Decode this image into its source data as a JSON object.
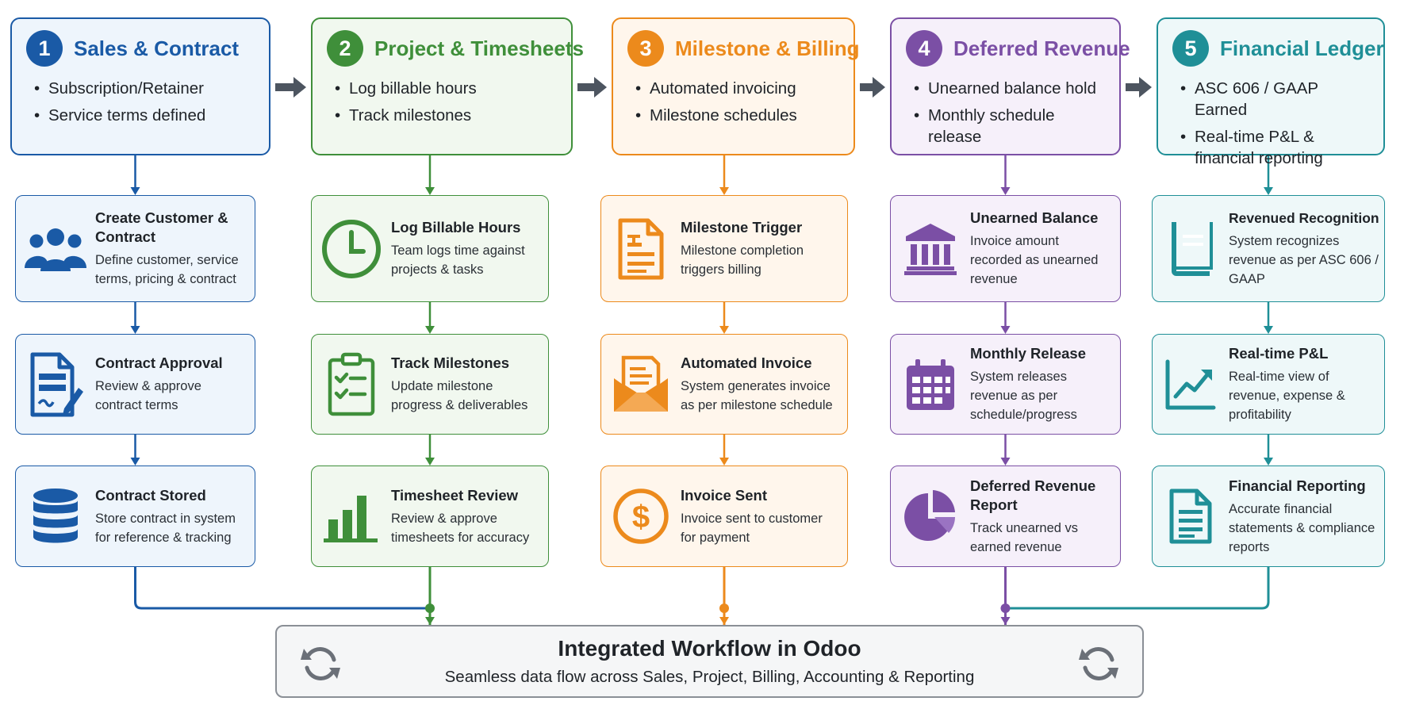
{
  "columns": [
    {
      "number": "1",
      "title": "Sales & Contract",
      "color": "#1a5aa6",
      "bg": "#eef5fc",
      "bullets": [
        "Subscription/Retainer",
        "Service terms defined"
      ],
      "cards": [
        {
          "title": "Create Customer & Contract",
          "desc": "Define customer, service terms, pricing & contract",
          "icon": "users-icon"
        },
        {
          "title": "Contract Approval",
          "desc": "Review & approve contract terms",
          "icon": "signed-document-icon"
        },
        {
          "title": "Contract Stored",
          "desc": "Store contract in system for reference & tracking",
          "icon": "database-icon"
        }
      ]
    },
    {
      "number": "2",
      "title": "Project & Timesheets",
      "color": "#3f8f3a",
      "bg": "#f1f8ef",
      "bullets": [
        "Log billable hours",
        "Track milestones"
      ],
      "cards": [
        {
          "title": "Log Billable Hours",
          "desc": "Team logs time against projects & tasks",
          "icon": "clock-icon"
        },
        {
          "title": "Track Milestones",
          "desc": "Update milestone progress & deliverables",
          "icon": "checklist-clipboard-icon"
        },
        {
          "title": "Timesheet Review",
          "desc": "Review & approve timesheets for accuracy",
          "icon": "bar-chart-icon"
        }
      ]
    },
    {
      "number": "3",
      "title": "Milestone & Billing",
      "color": "#ec8a1c",
      "bg": "#fff6ec",
      "bullets": [
        "Automated invoicing",
        "Milestone schedules"
      ],
      "cards": [
        {
          "title": "Milestone Trigger",
          "desc": "Milestone completion triggers billing",
          "icon": "invoice-document-icon"
        },
        {
          "title": "Automated Invoice",
          "desc": "System generates invoice as per milestone schedule",
          "icon": "envelope-invoice-icon"
        },
        {
          "title": "Invoice Sent",
          "desc": "Invoice sent to customer for payment",
          "icon": "dollar-coin-icon"
        }
      ]
    },
    {
      "number": "4",
      "title": "Deferred Revenue",
      "color": "#7b4fa5",
      "bg": "#f6f0fa",
      "bullets": [
        "Unearned balance hold",
        "Monthly schedule release"
      ],
      "cards": [
        {
          "title": "Unearned Balance",
          "desc": "Invoice amount recorded as unearned revenue",
          "icon": "bank-icon"
        },
        {
          "title": "Monthly Release",
          "desc": "System releases revenue as per schedule/progress",
          "icon": "calendar-icon"
        },
        {
          "title": "Deferred Revenue Report",
          "desc": "Track unearned vs earned revenue",
          "icon": "pie-chart-icon"
        }
      ]
    },
    {
      "number": "5",
      "title": "Financial Ledger",
      "color": "#1f8f97",
      "bg": "#eef8f9",
      "bullets": [
        "ASC 606 / GAAP Earned",
        "Real-time P&L & financial reporting"
      ],
      "cards": [
        {
          "title": "Revenued Recognition",
          "desc": "System recognizes revenue as per ASC 606 / GAAP",
          "icon": "ledger-book-icon"
        },
        {
          "title": "Real-time P&L",
          "desc": "Real-time view of revenue, expense & profitability",
          "icon": "trend-line-chart-icon"
        },
        {
          "title": "Financial Reporting",
          "desc": "Accurate financial statements & compliance reports",
          "icon": "report-document-icon"
        }
      ]
    }
  ],
  "footer": {
    "title": "Integrated Workflow in Odoo",
    "subtitle": "Seamless data flow across Sales, Project, Billing, Accounting & Reporting",
    "icon": "sync-icon"
  },
  "arrow_color": "#4d5560"
}
